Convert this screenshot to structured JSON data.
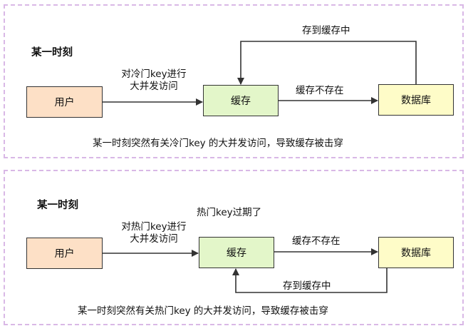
{
  "scenario_1": {
    "title": "某一时刻",
    "user_box": "用户",
    "cache_box": "缓存",
    "db_box": "数据库",
    "request_label_line1": "对冷门key进行",
    "request_label_line2": "大并发访问",
    "miss_label": "缓存不存在",
    "writeback_label": "存到缓存中",
    "caption": "某一时刻突然有关冷门key 的大并发访问，导致缓存被击穿"
  },
  "scenario_2": {
    "title": "某一时刻",
    "expired_label": "热门key过期了",
    "user_box": "用户",
    "cache_box": "缓存",
    "db_box": "数据库",
    "request_label_line1": "对热门key进行",
    "request_label_line2": "大并发访问",
    "miss_label": "缓存不存在",
    "writeback_label": "存到缓存中",
    "caption": "某一时刻突然有关热门key 的大并发访问，导致缓存被击穿"
  },
  "colors": {
    "panel_border": "#d9b8e6",
    "user_fill": "#fde0c6",
    "cache_fill": "#e3f6c9",
    "db_fill": "#fefcc8",
    "arrow": "#333333"
  }
}
